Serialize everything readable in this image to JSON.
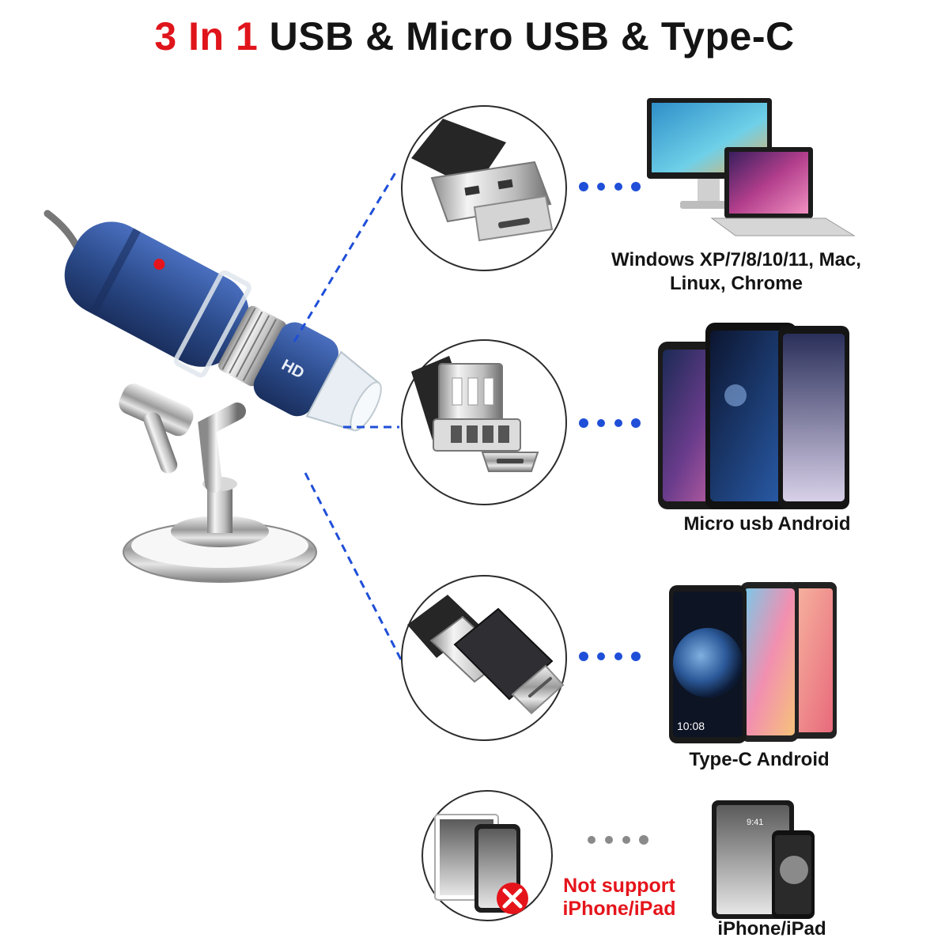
{
  "headline": {
    "emphasis": "3 In 1",
    "rest": "USB & Micro USB & Type-C",
    "emphasis_color": "#e0141b"
  },
  "rows": [
    {
      "connector": "USB-A with micro USB adapter",
      "devices": "monitor and laptop",
      "caption_line1": "Windows XP/7/8/10/11, Mac,",
      "caption_line2": "Linux, Chrome"
    },
    {
      "connector": "Micro USB connector",
      "devices": "three Android phones",
      "caption_line1": "Micro usb Android"
    },
    {
      "connector": "Type-C adapter",
      "devices": "three Type-C phones",
      "phone_time": "10:08",
      "caption_line1": "Type-C Android"
    },
    {
      "connector": "iPhone / iPad (crossed out)",
      "devices": "iPad and iPhone",
      "phone_time": "9:41",
      "warning": "Not support iPhone/iPad",
      "caption_line1": "iPhone/iPad"
    }
  ],
  "colors": {
    "accent_blue": "#1f4fd8",
    "microscope_blue": "#2c4c8c",
    "warning_red": "#e5141b"
  },
  "icons": [
    "usb-microscope",
    "usb-a-plug",
    "micro-usb-plug",
    "type-c-adapter",
    "monitor",
    "laptop",
    "smartphone",
    "tablet",
    "cross-icon"
  ]
}
